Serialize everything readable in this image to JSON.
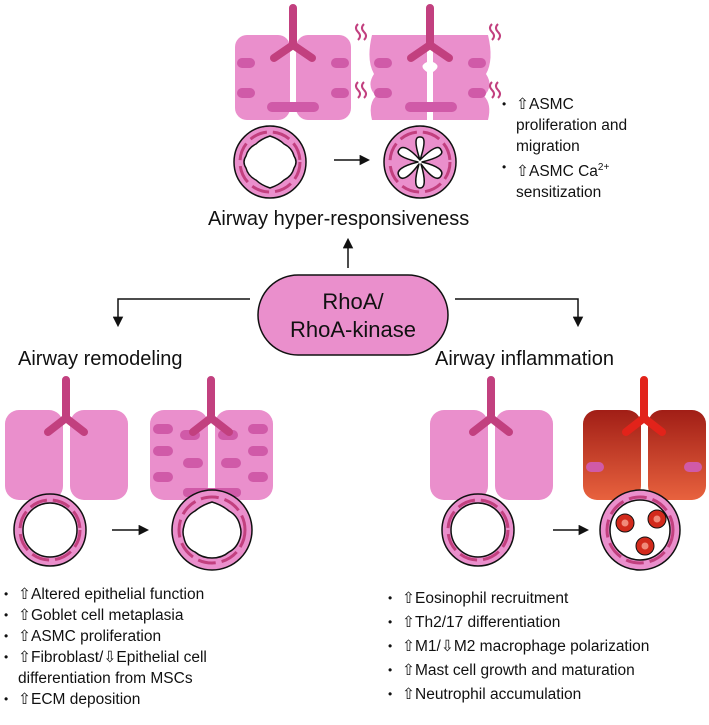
{
  "hub": {
    "line1": "RhoA/",
    "line2": "RhoA-kinase"
  },
  "top": {
    "title": "Airway hyper-responsiveness",
    "bullets": [
      {
        "line1": "ASMC",
        "line2": "proliferation and",
        "line3": "migration"
      },
      {
        "line1": "ASMC Ca",
        "sup": "2+",
        "line2": "sensitization"
      }
    ]
  },
  "left": {
    "title": "Airway remodeling",
    "bullets": [
      {
        "text": "Altered epithelial function"
      },
      {
        "text": "Goblet cell metaplasia"
      },
      {
        "text": "ASMC proliferation"
      },
      {
        "text_a": "Fibroblast/",
        "text_b": "Epithelial cell",
        "line2": "differentiation from MSCs"
      },
      {
        "text": "ECM deposition"
      }
    ]
  },
  "right": {
    "title": "Airway inflammation",
    "bullets": [
      {
        "text": "Eosinophil recruitment"
      },
      {
        "text": "Th2/17 differentiation"
      },
      {
        "text_a": "M1/",
        "text_b": "M2 macrophage polarization"
      },
      {
        "text": "Mast cell growth and maturation"
      },
      {
        "text": "Neutrophil accumulation"
      }
    ]
  },
  "colors": {
    "lung_pink": "#ea8fcc",
    "lung_band": "#d05aa8",
    "hub_fill": "#ea8fcc",
    "trachea": "#c2407f",
    "inflamed_dark": "#a8241a",
    "inflamed_light": "#e05a3a",
    "cell_red": "#d22a1c"
  }
}
